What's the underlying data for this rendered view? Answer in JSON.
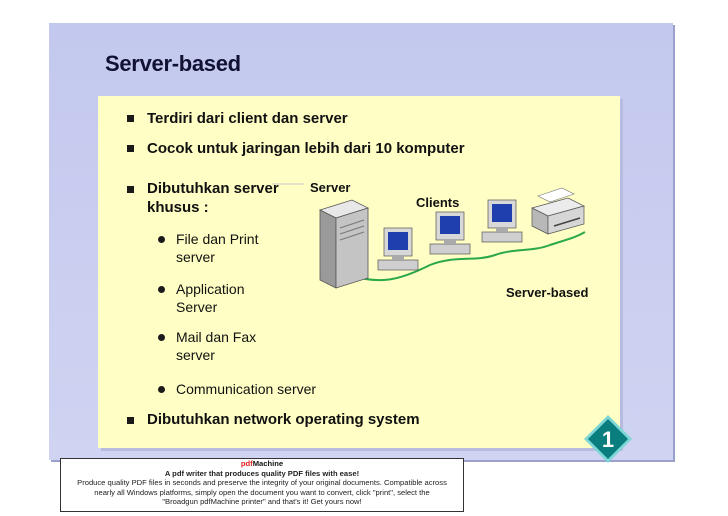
{
  "slide": {
    "title": "Server-based",
    "bullets": [
      "Terdiri dari client dan server",
      "Cocok untuk jaringan lebih dari 10 komputer",
      "Dibutuhkan server",
      "khusus :",
      "Dibutuhkan network operating system"
    ],
    "sub_bullets": [
      [
        "File dan Print",
        "server"
      ],
      [
        "Application",
        "Server"
      ],
      [
        "Mail dan Fax",
        "server"
      ],
      [
        "Communication server"
      ]
    ],
    "page_number": "1"
  },
  "diagram": {
    "server_label": "Server",
    "clients_label": "Clients",
    "caption": "Server-based"
  },
  "colors": {
    "slide_bg": "#c9cdf0",
    "panel_bg": "#fffec4",
    "badge": "#0a7e7e",
    "cable": "#2aa84a"
  },
  "footer": {
    "brand_prefix": "pdf",
    "brand_suffix": "Machine",
    "tagline": "A pdf writer that produces quality PDF files with ease!",
    "line1": "Produce quality PDF files in seconds and preserve the integrity of your original documents. Compatible across",
    "line2": "nearly all Windows platforms, simply open the document you want to convert, click \"print\", select the",
    "line3": "\"Broadgun pdfMachine printer\" and that's it! Get yours now!"
  }
}
